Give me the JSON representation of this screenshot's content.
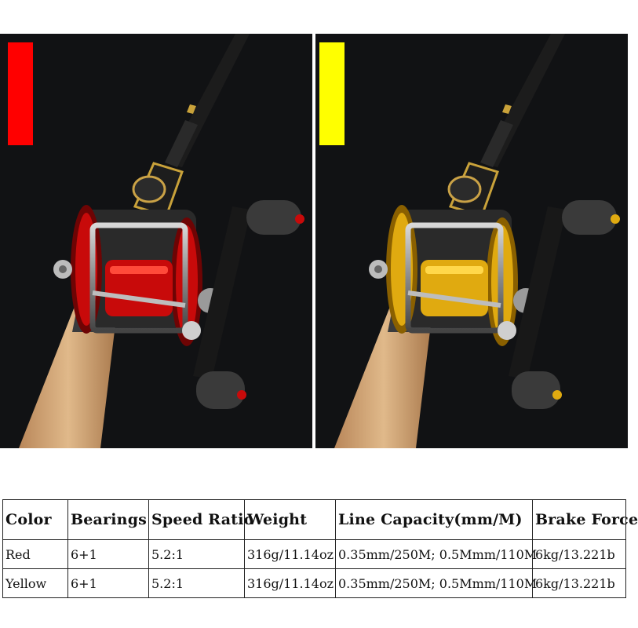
{
  "variants": [
    {
      "name": "Red",
      "swatch_color": "#ff0000",
      "accent_color": "#c80a0a",
      "accent_dark": "#6e0404",
      "accent_light": "#ff4a3a"
    },
    {
      "name": "Yellow",
      "swatch_color": "#ffff00",
      "accent_color": "#e0aa10",
      "accent_dark": "#8a6000",
      "accent_light": "#ffd84a"
    }
  ],
  "table": {
    "headers": [
      "Color",
      "Bearings",
      "Speed Ratio",
      "Weight",
      "Line Capacity(mm/M)",
      "Brake Force"
    ],
    "rows": [
      [
        "Red",
        "6+1",
        "5.2:1",
        "316g/11.14oz",
        "0.35mm/250M; 0.5Mmm/110M",
        "6kg/13.221b"
      ],
      [
        "Yellow",
        "6+1",
        "5.2:1",
        "316g/11.14oz",
        "0.35mm/250M; 0.5Mmm/110M",
        "6kg/13.221b"
      ]
    ]
  },
  "icons": [
    "fishing-rod-icon",
    "baitcasting-reel-icon"
  ]
}
